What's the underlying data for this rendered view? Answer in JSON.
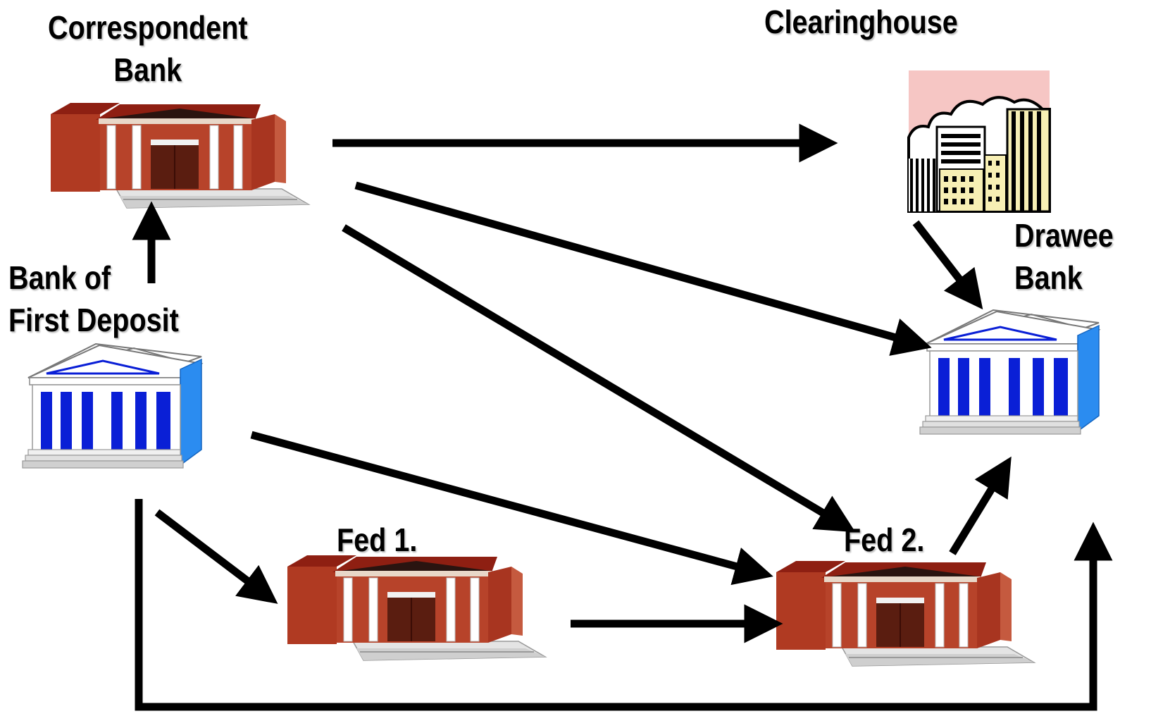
{
  "nodes": {
    "correspondent_bank": {
      "line1": "Correspondent",
      "line2": "Bank",
      "icon": "red-bank-building-icon"
    },
    "clearinghouse": {
      "label": "Clearinghouse",
      "icon": "city-office-buildings-icon"
    },
    "bank_of_first_deposit": {
      "line1": "Bank of",
      "line2": "First Deposit",
      "icon": "blue-bank-building-icon"
    },
    "drawee_bank": {
      "line1": "Drawee",
      "line2": "Bank",
      "icon": "blue-bank-building-icon"
    },
    "fed1": {
      "label": "Fed 1.",
      "icon": "red-bank-building-icon"
    },
    "fed2": {
      "label": "Fed 2.",
      "icon": "red-bank-building-icon"
    }
  },
  "edges": [
    {
      "from": "Bank of First Deposit",
      "to": "Correspondent Bank"
    },
    {
      "from": "Correspondent Bank",
      "to": "Clearinghouse"
    },
    {
      "from": "Correspondent Bank",
      "to": "Drawee Bank"
    },
    {
      "from": "Correspondent Bank",
      "to": "Fed 2."
    },
    {
      "from": "Clearinghouse",
      "to": "Drawee Bank"
    },
    {
      "from": "Bank of First Deposit",
      "to": "Fed 2."
    },
    {
      "from": "Bank of First Deposit",
      "to": "Fed 1."
    },
    {
      "from": "Fed 1.",
      "to": "Fed 2."
    },
    {
      "from": "Fed 2.",
      "to": "Drawee Bank"
    },
    {
      "from": "Bank of First Deposit",
      "to": "Drawee Bank"
    }
  ],
  "colors": {
    "red_brick": "#b03a22",
    "red_roof": "#8e1f12",
    "blue_column": "#0a1fd6",
    "blue_side": "#2b8cf0",
    "clearinghouse_sky": "#f6c6c4",
    "clearinghouse_window": "#f7efb4",
    "arrow": "#000000"
  }
}
